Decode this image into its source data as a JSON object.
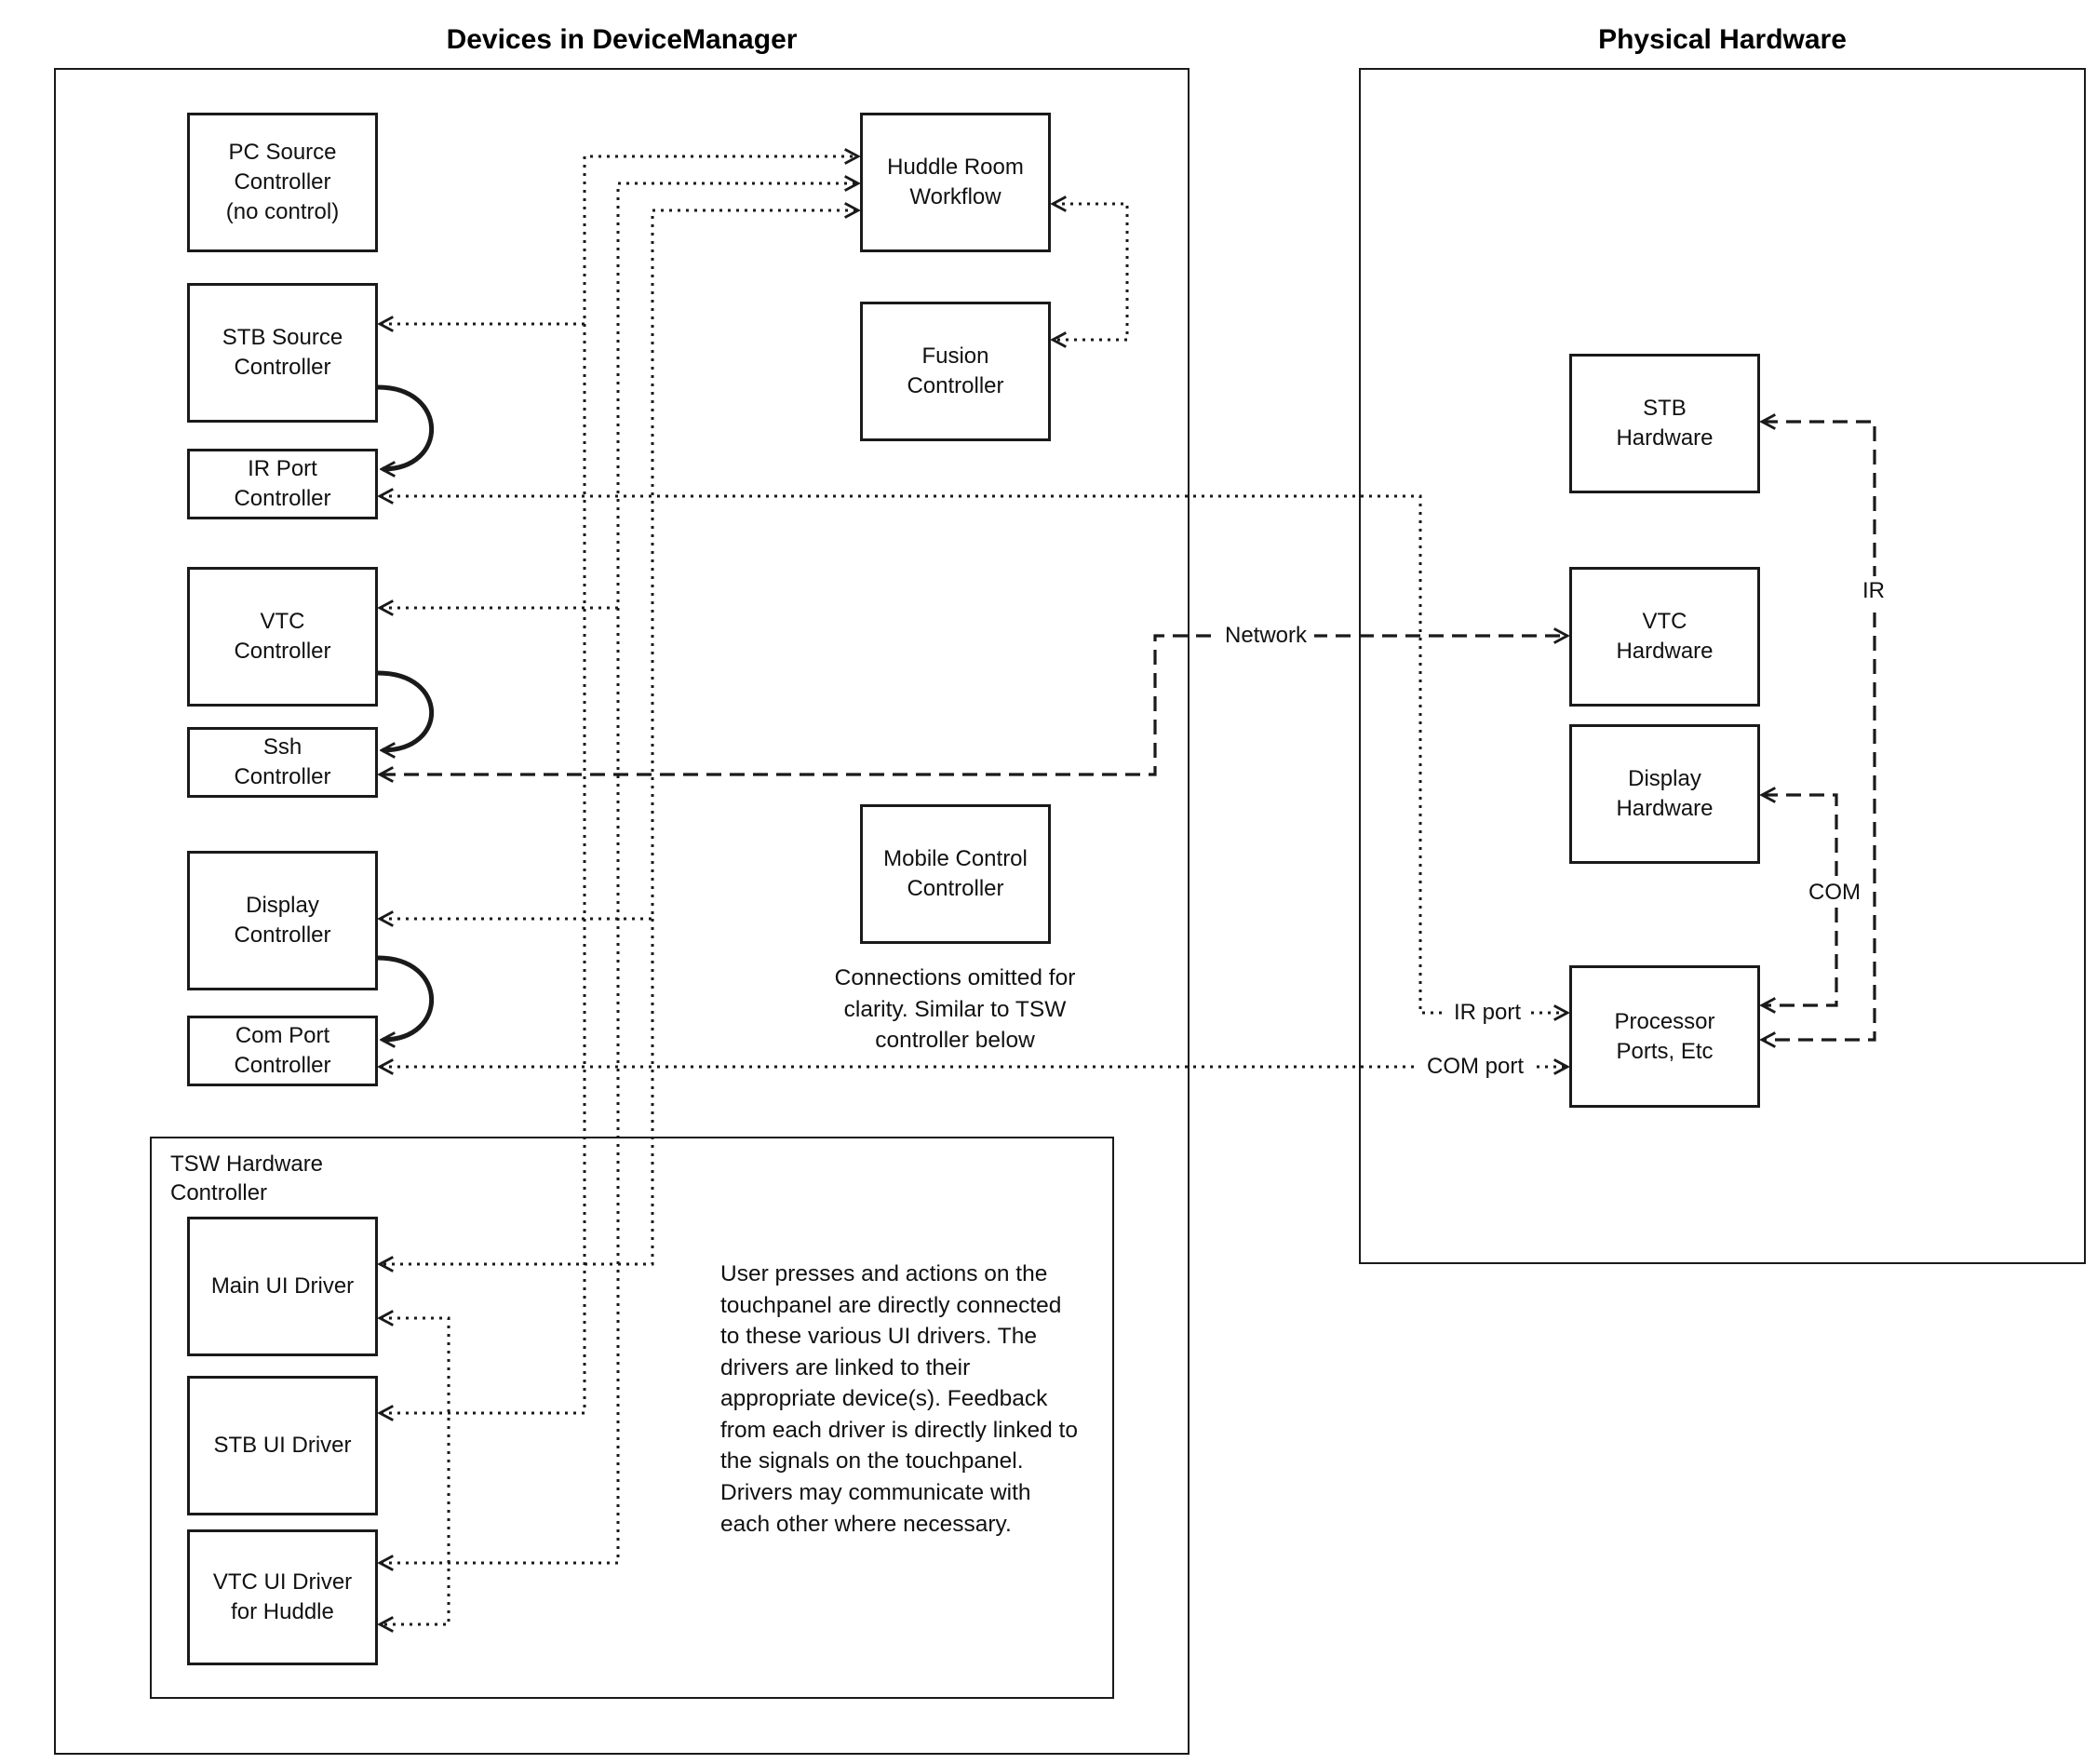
{
  "titles": {
    "left": "Devices in DeviceManager",
    "right": "Physical Hardware"
  },
  "device_manager": {
    "pc_source": "PC Source\nController\n(no control)",
    "stb_source": "STB Source\nController",
    "ir_port": "IR Port\nController",
    "vtc": "VTC\nController",
    "ssh": "Ssh\nController",
    "display": "Display\nController",
    "com_port": "Com Port\nController",
    "huddle": "Huddle Room\nWorkflow",
    "fusion": "Fusion\nController",
    "mobile": "Mobile Control\nController",
    "mobile_caption": "Connections omitted for\nclarity. Similar to TSW\ncontroller below",
    "tsw_label": "TSW Hardware\nController",
    "main_ui": "Main UI Driver",
    "stb_ui": "STB UI Driver",
    "vtc_ui": "VTC UI Driver\nfor Huddle",
    "tsw_note": "User presses and actions on the touchpanel are directly connected to these various UI drivers.  The drivers are linked to their appropriate device(s). Feedback from each driver is directly linked to the signals on the touchpanel. Drivers may communicate with each other where necessary."
  },
  "physical": {
    "stb_hw": "STB\nHardware",
    "vtc_hw": "VTC\nHardware",
    "display_hw": "Display\nHardware",
    "processor": "Processor\nPorts, Etc"
  },
  "line_labels": {
    "network": "Network",
    "ir": "IR",
    "com": "COM",
    "ir_port": "IR port",
    "com_port": "COM port"
  },
  "colors": {
    "line": "#1a1a1a",
    "background": "#ffffff"
  }
}
